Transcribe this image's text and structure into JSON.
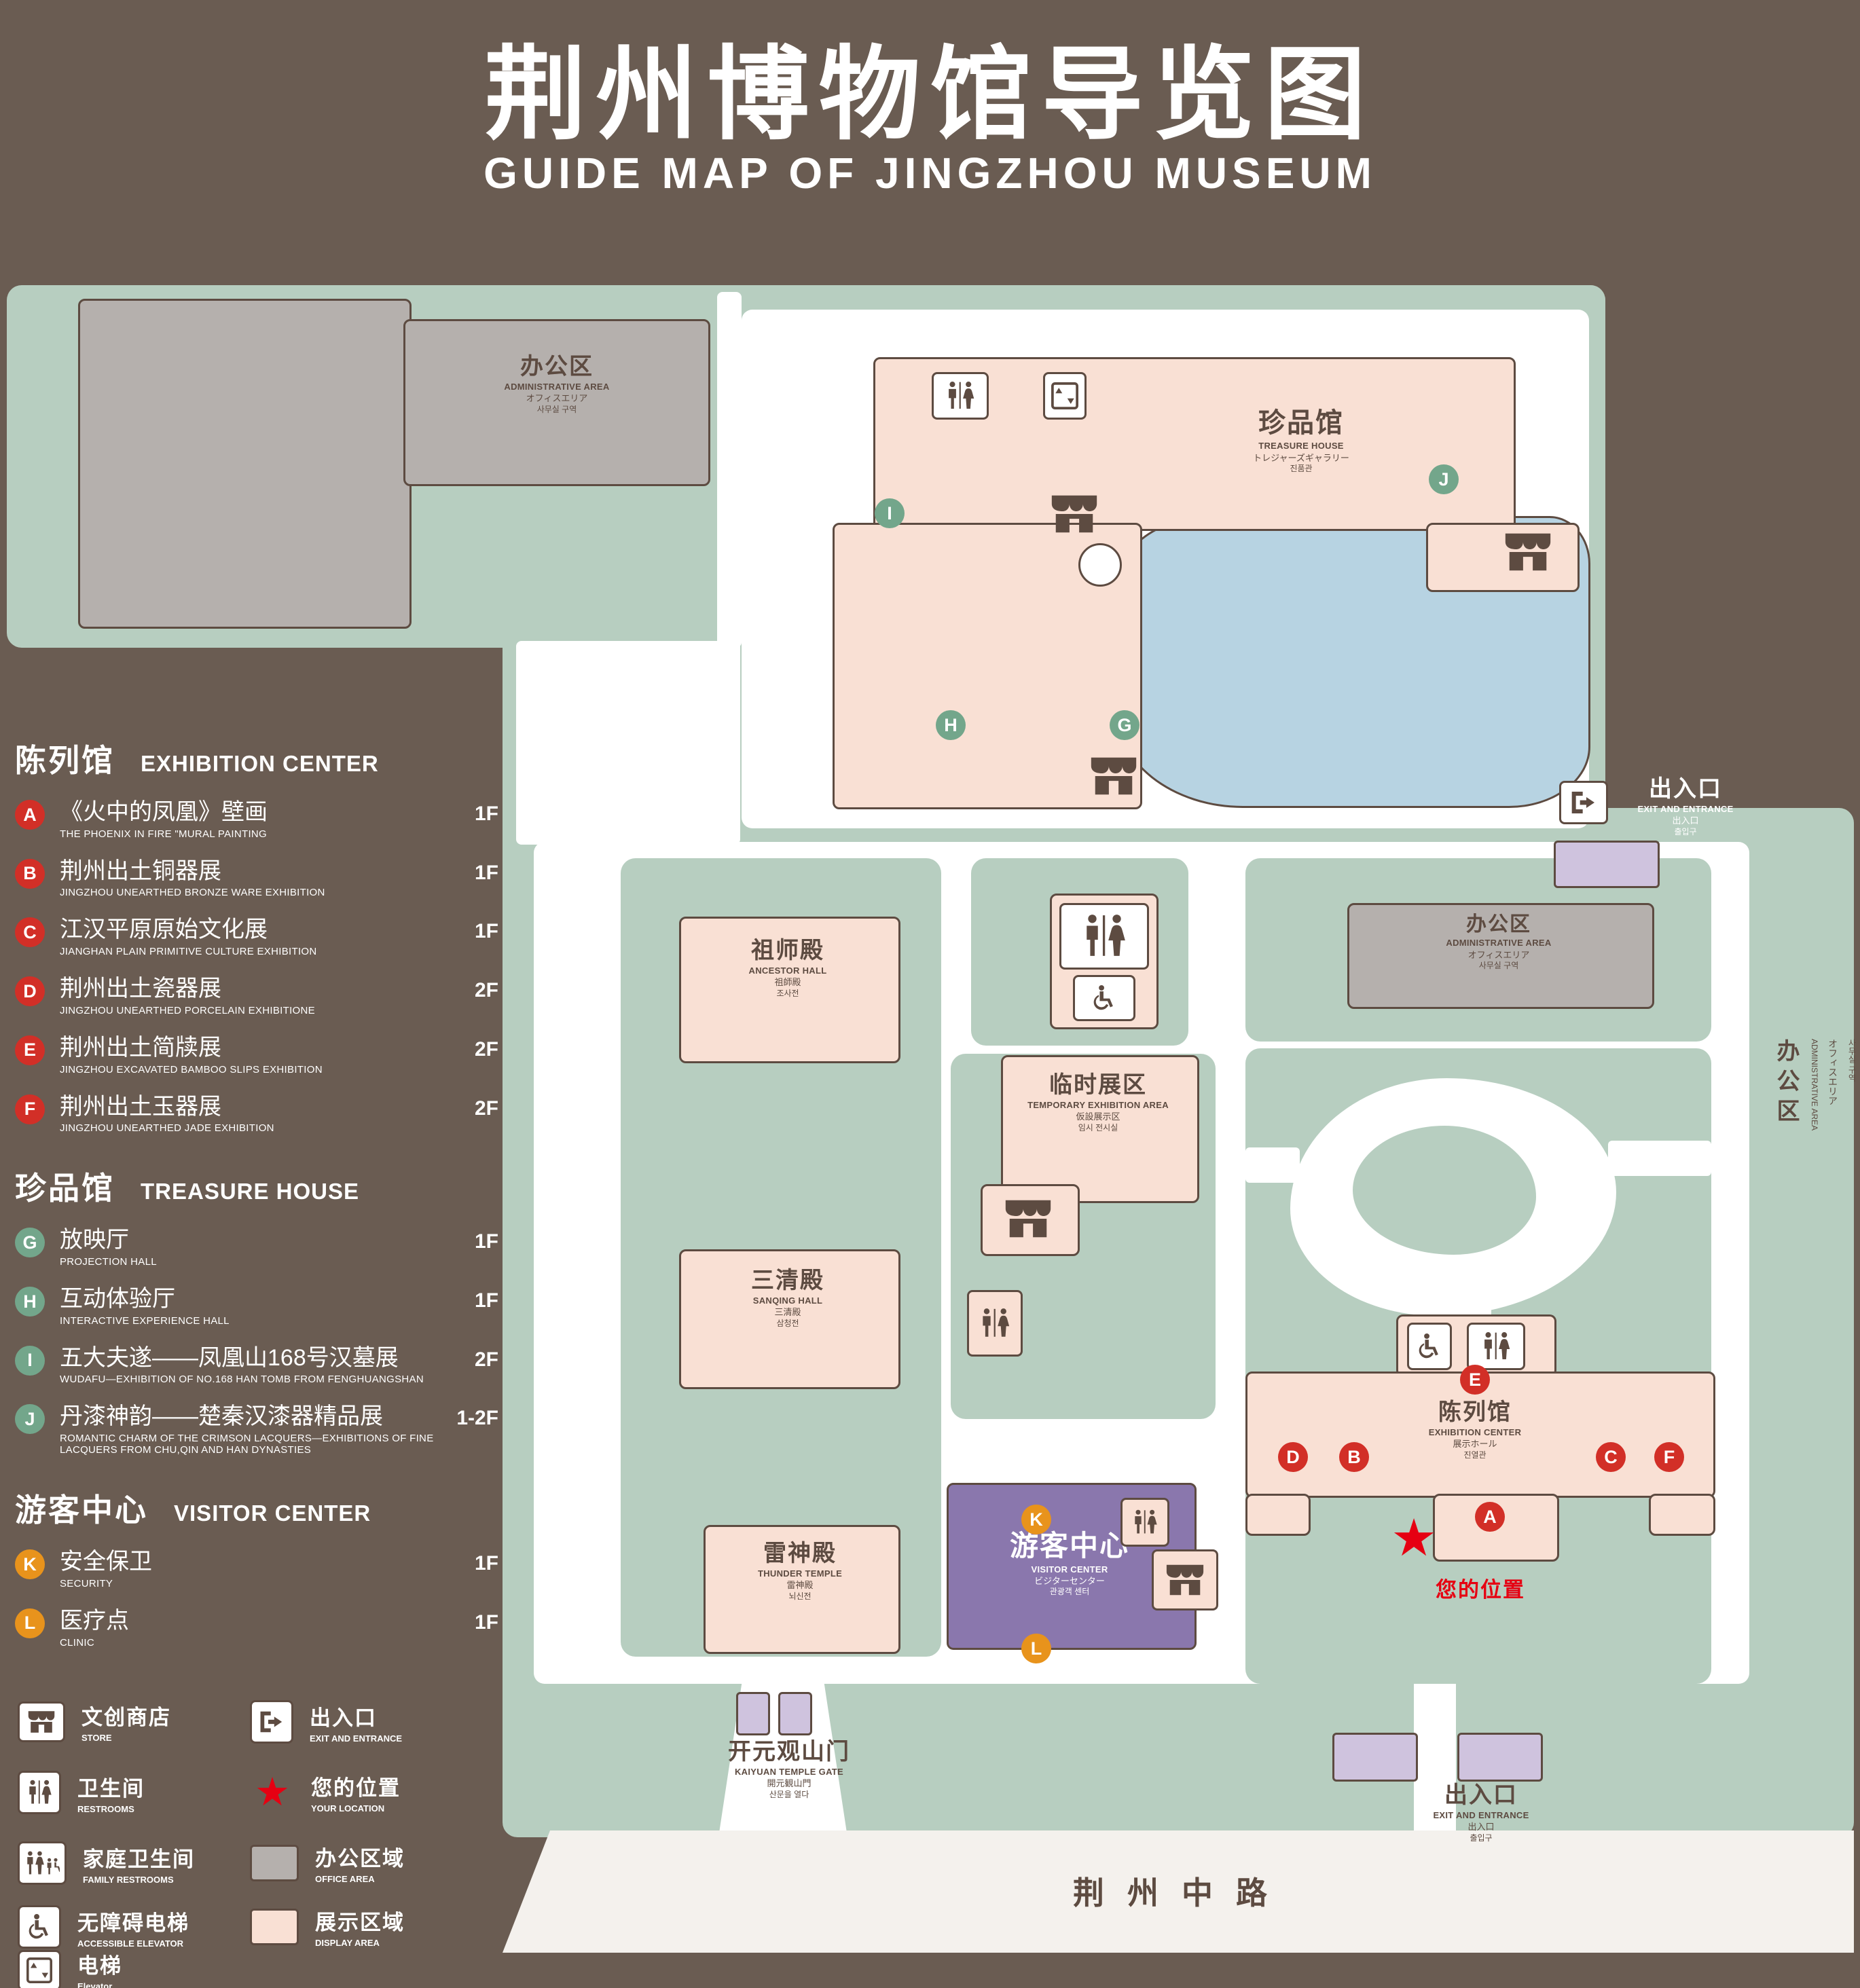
{
  "title": {
    "zh": "荆州博物馆导览图",
    "en": "GUIDE MAP OF JINGZHOU MUSEUM"
  },
  "colors": {
    "background": "#6a5c52",
    "green": "#b7cec0",
    "display_area": "#f9e0d4",
    "office_area": "#b5b0ad",
    "visitor_center": "#8a77ad",
    "pond": "#b7d3e2",
    "outline": "#5d4b41",
    "marker_red": "#d22f27",
    "marker_green": "#73a68b",
    "marker_orange": "#e8931c",
    "location_red": "#e60012"
  },
  "legend": {
    "sections": [
      {
        "zh": "陈列馆",
        "en": "EXHIBITION CENTER",
        "items": [
          {
            "marker": "A",
            "zh": "《火中的凤凰》壁画",
            "en": "THE PHOENIX IN FIRE \"MURAL PAINTING",
            "floor": "1F"
          },
          {
            "marker": "B",
            "zh": "荆州出土铜器展",
            "en": "JINGZHOU UNEARTHED BRONZE WARE EXHIBITION",
            "floor": "1F"
          },
          {
            "marker": "C",
            "zh": "江汉平原原始文化展",
            "en": "JIANGHAN PLAIN PRIMITIVE CULTURE EXHIBITION",
            "floor": "1F"
          },
          {
            "marker": "D",
            "zh": "荆州出土瓷器展",
            "en": "JINGZHOU UNEARTHED PORCELAIN EXHIBITIONE",
            "floor": "2F"
          },
          {
            "marker": "E",
            "zh": "荆州出土简牍展",
            "en": "JINGZHOU EXCAVATED BAMBOO SLIPS EXHIBITION",
            "floor": "2F"
          },
          {
            "marker": "F",
            "zh": "荆州出土玉器展",
            "en": "JINGZHOU UNEARTHED JADE EXHIBITION",
            "floor": "2F"
          }
        ]
      },
      {
        "zh": "珍品馆",
        "en": "TREASURE HOUSE",
        "items": [
          {
            "marker": "G",
            "zh": "放映厅",
            "en": "PROJECTION HALL",
            "floor": "1F"
          },
          {
            "marker": "H",
            "zh": "互动体验厅",
            "en": "INTERACTIVE EXPERIENCE HALL",
            "floor": "1F"
          },
          {
            "marker": "I",
            "zh": "五大夫遂——凤凰山168号汉墓展",
            "en": "WUDAFU—EXHIBITION OF NO.168 HAN TOMB FROM FENGHUANGSHAN",
            "floor": "2F"
          },
          {
            "marker": "J",
            "zh": "丹漆神韵——楚秦汉漆器精品展",
            "en": "ROMANTIC CHARM OF THE CRIMSON LACQUERS—EXHIBITIONS OF FINE LACQUERS FROM CHU,QIN AND HAN DYNASTIES",
            "floor": "1-2F"
          }
        ]
      },
      {
        "zh": "游客中心",
        "en": "VISITOR CENTER",
        "items": [
          {
            "marker": "K",
            "zh": "安全保卫",
            "en": "SECURITY",
            "floor": "1F"
          },
          {
            "marker": "L",
            "zh": "医疗点",
            "en": "CLINIC",
            "floor": "1F"
          }
        ]
      }
    ],
    "symbols": {
      "store": {
        "zh": "文创商店",
        "en": "STORE"
      },
      "exit": {
        "zh": "出入口",
        "en": "EXIT AND ENTRANCE"
      },
      "restroom": {
        "zh": "卫生间",
        "en": "RESTROOMS"
      },
      "location": {
        "zh": "您的位置",
        "en": "YOUR LOCATION"
      },
      "family": {
        "zh": "家庭卫生间",
        "en": "FAMILY RESTROOMS"
      },
      "office": {
        "zh": "办公区域",
        "en": "OFFICE AREA"
      },
      "accessible": {
        "zh": "无障碍电梯",
        "en": "ACCESSIBLE ELEVATOR"
      },
      "display": {
        "zh": "展示区域",
        "en": "DISPLAY AREA"
      },
      "elevator": {
        "zh": "电梯",
        "en": "Elevator"
      }
    }
  },
  "map": {
    "admin": {
      "zh": "办公区",
      "en": "ADMINISTRATIVE AREA",
      "jp": "オフィスエリア",
      "kr": "사무실 구역"
    },
    "treasure": {
      "zh": "珍品馆",
      "en": "TREASURE HOUSE",
      "jp": "トレジャーズギャラリー",
      "kr": "진품관"
    },
    "exit": {
      "zh": "出入口",
      "en": "EXIT AND ENTRANCE",
      "jp": "出入口",
      "kr": "출입구"
    },
    "ancestor": {
      "zh": "祖师殿",
      "en": "ANCESTOR HALL",
      "jp": "祖師殿",
      "kr": "조사전"
    },
    "temporary": {
      "zh": "临时展区",
      "en": "TEMPORARY EXHIBITION AREA",
      "jp": "仮設展示区",
      "kr": "임시 전시실"
    },
    "sanqing": {
      "zh": "三清殿",
      "en": "SANQING HALL",
      "jp": "三清殿",
      "kr": "삼청전"
    },
    "thunder": {
      "zh": "雷神殿",
      "en": "THUNDER TEMPLE",
      "jp": "雷神殿",
      "kr": "뇌신전"
    },
    "visitor": {
      "zh": "游客中心",
      "en": "VISITOR CENTER",
      "jp": "ビジターセンター",
      "kr": "관광객 센터"
    },
    "exhibition": {
      "zh": "陈列馆",
      "en": "EXHIBITION CENTER",
      "jp": "展示ホール",
      "kr": "진열관"
    },
    "your_location": {
      "zh": "您的位置"
    },
    "gate": {
      "zh": "开元观山门",
      "en": "KAIYUAN TEMPLE GATE",
      "jp": "開元観山門",
      "kr": "산문을 열다"
    },
    "road": {
      "name": "荆州中路"
    },
    "markers": {
      "A": "A",
      "B": "B",
      "C": "C",
      "D": "D",
      "E": "E",
      "F": "F",
      "G": "G",
      "H": "H",
      "I": "I",
      "J": "J",
      "K": "K",
      "L": "L"
    }
  }
}
